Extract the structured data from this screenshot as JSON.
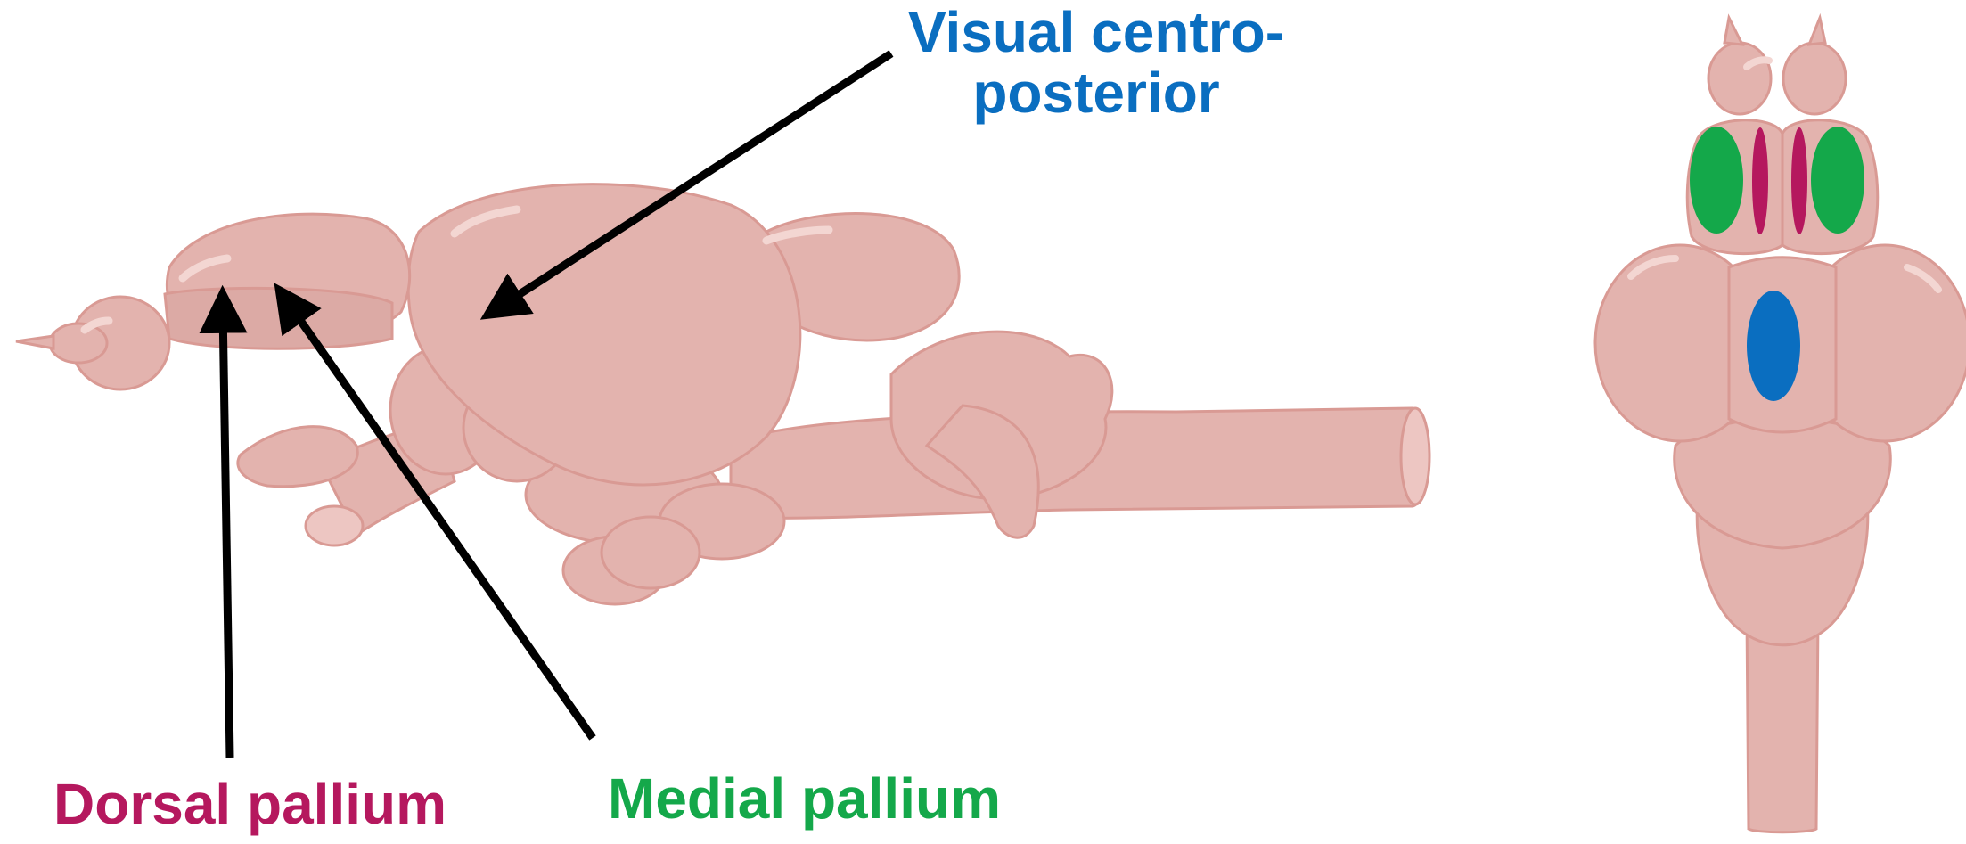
{
  "labels": {
    "visual_line1": "Visual centro-",
    "visual_line2": "posterior",
    "dorsal": "Dorsal pallium",
    "medial": "Medial pallium"
  },
  "colors": {
    "visual": "#0a6ec0",
    "dorsal": "#b5185e",
    "medial": "#14a84a",
    "brain_fill": "#e3b3ae",
    "brain_stroke": "#d99a94",
    "brain_highlight": "#f3d6d2",
    "arrow": "#000000"
  },
  "icons": {
    "lateral_view": "fish-brain-lateral-view",
    "dorsal_view": "fish-brain-dorsal-view"
  }
}
